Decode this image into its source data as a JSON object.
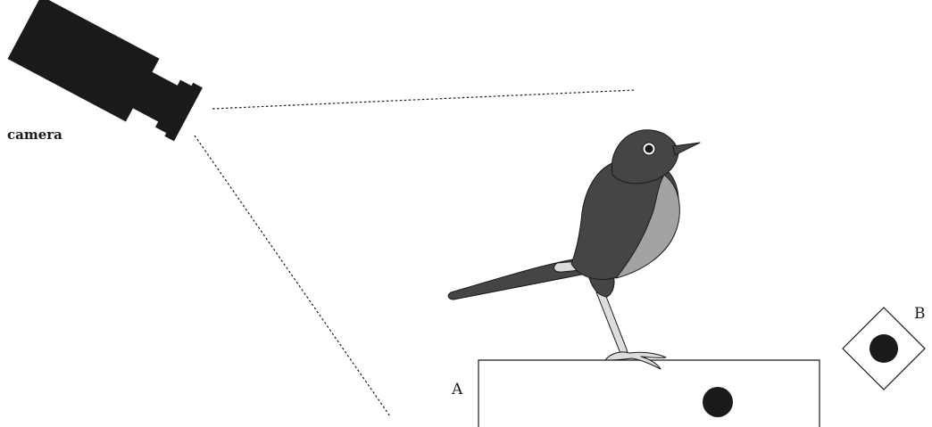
{
  "labels": {
    "camera": "camera",
    "a": "A",
    "b": "B"
  },
  "colors": {
    "camera_body": "#1a1a1a",
    "bird_dark": "#454545",
    "bird_breast": "#a3a3a3",
    "bird_legs": "#dcdcdc",
    "outline": "#1a1a1a",
    "target_dot": "#1a1a1a",
    "background": "#ffffff"
  },
  "icons": {
    "camera": "video-camera-icon",
    "bird": "perched-bird-illustration",
    "target": "black-dot-target"
  }
}
